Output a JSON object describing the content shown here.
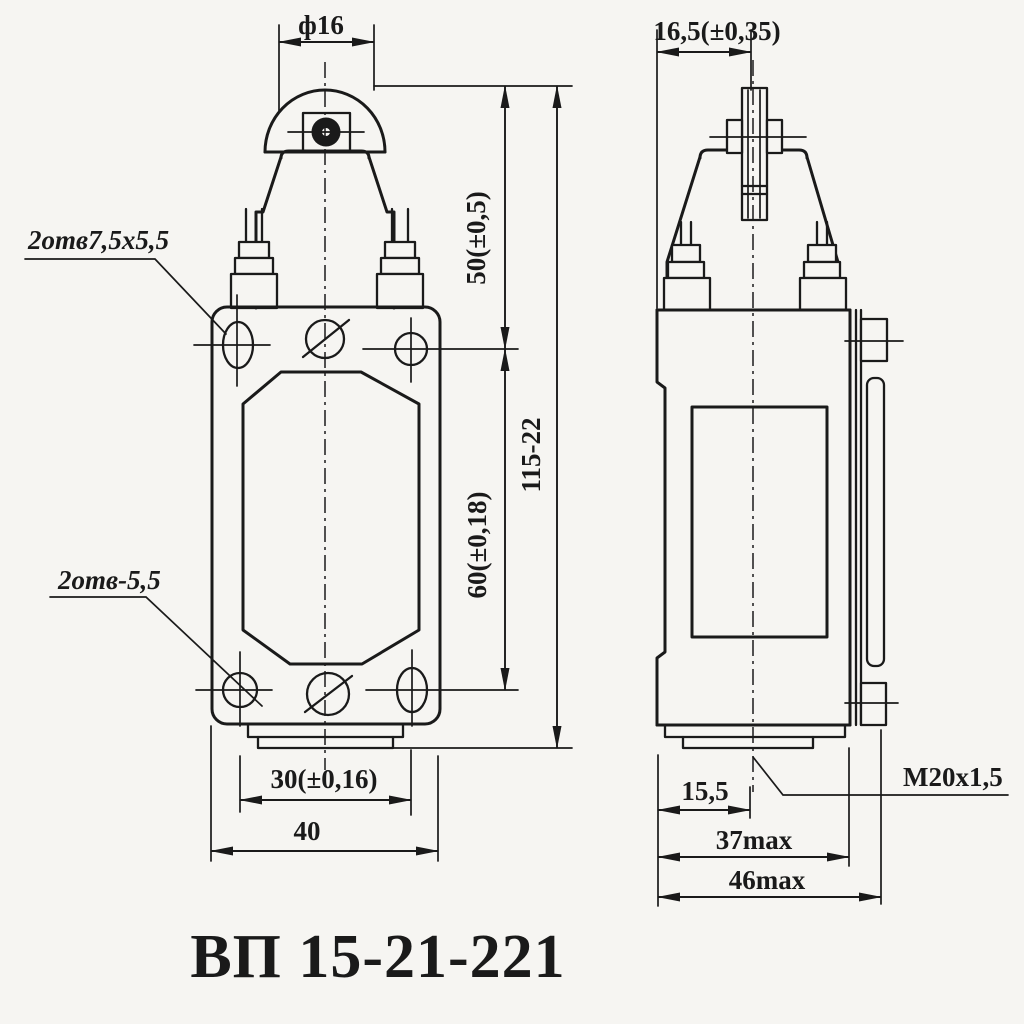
{
  "title": "ВП 15-21-221",
  "colors": {
    "paper": "#f6f5f2",
    "ink": "#1a1a1a"
  },
  "front_view": {
    "dims": {
      "roller_diameter": "ф16",
      "roller_to_top_hole": "50(±0,5)",
      "hole_to_hole_vertical": "60(±0,18)",
      "total_height": "115-22",
      "hole_spacing_horizontal": "30(±0,16)",
      "body_width": "40"
    },
    "labels": {
      "slot_holes": "2отв7,5x5,5",
      "round_holes": "2отв-5,5"
    }
  },
  "side_view": {
    "dims": {
      "plunger_axis_offset": "16,5(±0,35)",
      "cable_entry_offset": "15,5",
      "body_depth": "37max",
      "overall_depth": "46max"
    },
    "labels": {
      "conduit_thread": "M20x1,5"
    }
  }
}
